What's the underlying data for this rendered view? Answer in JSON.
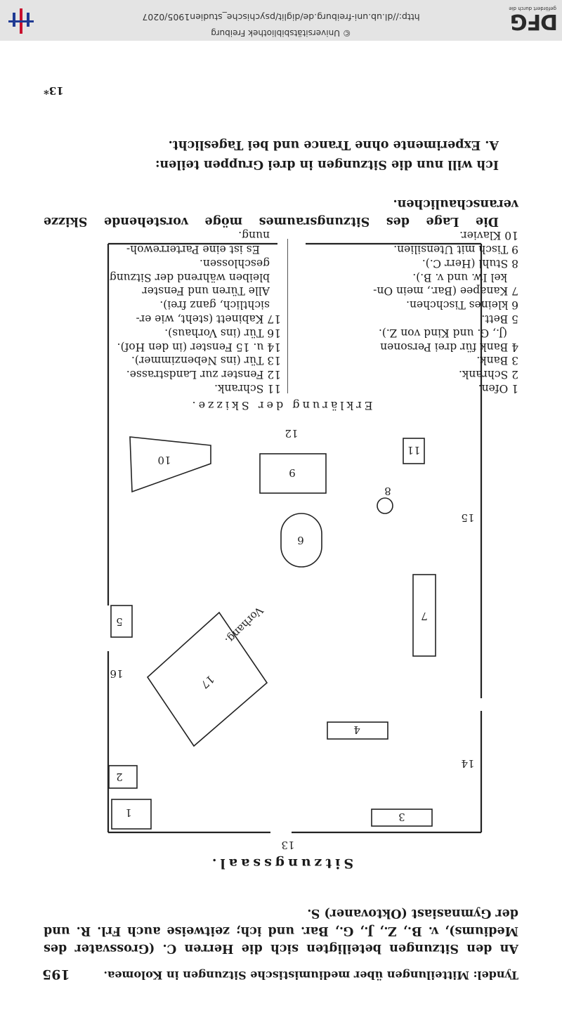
{
  "banner": {
    "logo_text": "DFG",
    "logo_sub": "gefördert durch die",
    "copyright": "© Universitätsbibliothek Freiburg",
    "url": "http://dl.ub.uni-freiburg.de/diglit/psychische_studien1905/0207"
  },
  "header": {
    "title": "Tyndel: Mitteilungen über mediumistische Sitzungen in Kolomea.",
    "page_number": "195"
  },
  "intro_paragraph": "An den Sitzungen beteiligten sich die Herren C. (Grossvater des Mediums), v. B., Z., J., G., Bar. und ich; zeitweise auch Frl. R. und der Gymnasiast (Oktovaner) S.",
  "diagram": {
    "caption": "Sitzungssaal.",
    "labels": {
      "n1": "1",
      "n2": "2",
      "n3": "3",
      "n4": "4",
      "n5": "5",
      "n6": "6",
      "n7": "7",
      "n8": "8",
      "n9": "9",
      "n10": "10",
      "n11": "11",
      "n12": "12",
      "n13": "13",
      "n14": "14",
      "n15": "15",
      "n16": "16",
      "n17": "17",
      "vorhang": "Vorhang."
    }
  },
  "legend": {
    "heading": "Erklärung der Skizze.",
    "left": [
      "1 Ofen.",
      "2 Schrank.",
      "3 Bank.",
      "4 Bank für drei Personen",
      "(J., G. und Kind von Z.).",
      "5 Bett.",
      "6 kleines Tischchen.",
      "7 Kanapee (Bar., mein On-",
      "kel Iw. und v. B.).",
      "8 Stuhl (Herr C.).",
      "9 Tisch mit Utensilien.",
      "10 Klavier."
    ],
    "right": [
      "11 Schrank.",
      "12 Fenster zur Landstrasse.",
      "13 Tür (ins Nebenzimmer).",
      "14 u. 15 Fenster (in den Hof).",
      "16 Tür (ins Vorhaus).",
      "17 Kabinett (steht, wie er-",
      "sichtlich, ganz frei).",
      "Alle Türen und Fenster",
      "bleiben während der Sitzung",
      "geschlossen.",
      "Es ist eine Parterrewoh-",
      "nung."
    ]
  },
  "paragraph2": "Die Lage des Sitzungsraumes möge vorstehende Skizze veranschaulichen.",
  "paragraph3": "Ich will nun die Sitzungen in drei Gruppen teilen:",
  "paragraph4": "A. Experimente ohne Trance und bei Tageslicht.",
  "signature": "13*"
}
